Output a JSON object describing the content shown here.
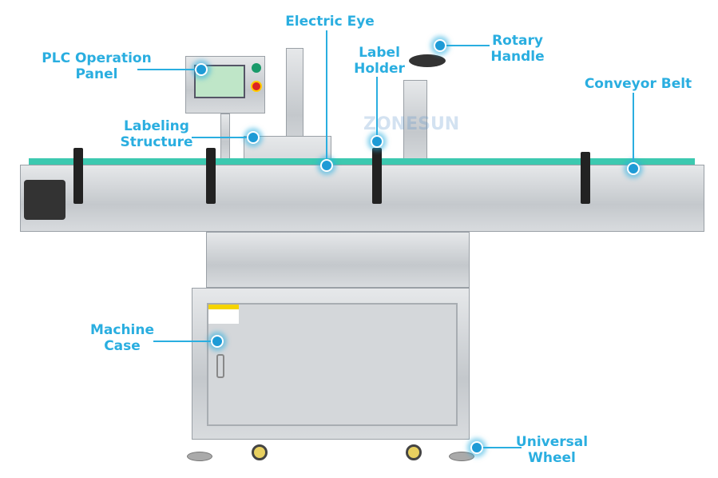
{
  "callouts": {
    "plc": {
      "line1": "PLC Operation",
      "line2": "Panel"
    },
    "labeling": {
      "line1": "Labeling",
      "line2": "Structure"
    },
    "electric_eye": {
      "line1": "Electric Eye"
    },
    "label_holder": {
      "line1": "Label",
      "line2": "Holder"
    },
    "rotary": {
      "line1": "Rotary",
      "line2": "Handle"
    },
    "conveyor": {
      "line1": "Conveyor Belt"
    },
    "case": {
      "line1": "Machine",
      "line2": "Case"
    },
    "wheel": {
      "line1": "Universal",
      "line2": "Wheel"
    }
  },
  "watermark": "ZONESUN",
  "colors": {
    "callout": "#2aaee0",
    "belt": "#3cc9b0",
    "steel": "#c4c8cc"
  }
}
